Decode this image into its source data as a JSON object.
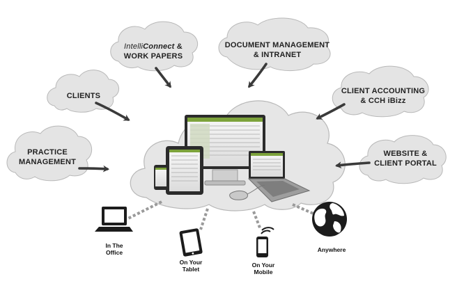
{
  "clouds": {
    "practice_management": [
      "PRACTICE",
      "MANAGEMENT"
    ],
    "clients": [
      "CLIENTS"
    ],
    "intelliconnect": {
      "prefix": "Intelli",
      "emph": "Connect",
      "suffix": " &",
      "line2": "WORK PAPERS"
    },
    "document_management": [
      "DOCUMENT MANAGEMENT",
      "& INTRANET"
    ],
    "client_accounting": [
      "CLIENT ACCOUNTING",
      "& CCH iBizz"
    ],
    "website": [
      "WEBSITE &",
      "CLIENT PORTAL"
    ]
  },
  "devices": {
    "office": [
      "In The",
      "Office"
    ],
    "tablet": [
      "On Your",
      "Tablet"
    ],
    "mobile": [
      "On Your",
      "Mobile"
    ],
    "anywhere": [
      "Anywhere"
    ]
  },
  "colors": {
    "cloud_fill": "#e4e4e4",
    "cloud_stroke": "#b8b8b8",
    "arrow": "#3a3a3a",
    "dotted_line": "#9a9a9a",
    "accent_green": "#7da33b",
    "device_dark": "#1c1c1c"
  },
  "icons": [
    "laptop-icon",
    "tablet-icon",
    "mobile-phone-icon",
    "globe-icon"
  ]
}
